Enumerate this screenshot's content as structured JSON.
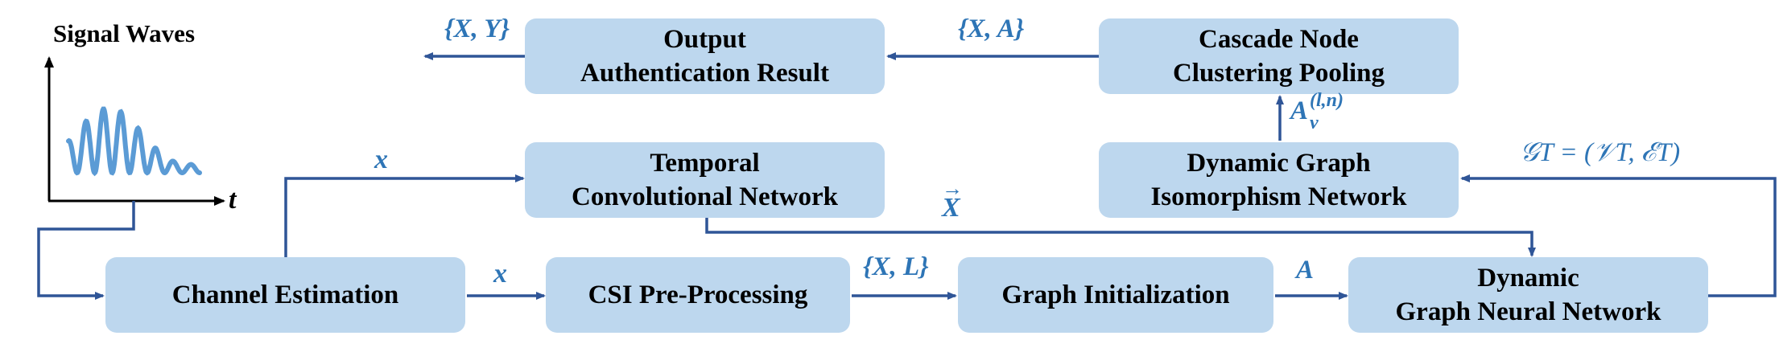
{
  "colors": {
    "block_fill": "#bdd7ee",
    "arrow": "#2f5597",
    "label": "#2e75b6",
    "wave": "#5b9bd5"
  },
  "signal_panel": {
    "title": "Signal Waves",
    "t_axis_label": "t"
  },
  "blocks": {
    "output": {
      "line1": "Output",
      "line2": "Authentication Result"
    },
    "cascade": {
      "line1": "Cascade Node",
      "line2": "Clustering Pooling"
    },
    "tcn": {
      "line1": "Temporal",
      "line2": "Convolutional Network"
    },
    "dgin": {
      "line1": "Dynamic Graph",
      "line2": "Isomorphism Network"
    },
    "channel": {
      "line1": "Channel Estimation"
    },
    "csi": {
      "line1": "CSI Pre-Processing"
    },
    "graph_init": {
      "line1": "Graph Initialization"
    },
    "dgnn": {
      "line1": "Dynamic",
      "line2": "Graph Neural Network"
    }
  },
  "edge_labels": {
    "output_to_result": "{X, Y}",
    "cascade_to_output": "{X, A}",
    "dgin_to_cascade_base": "A",
    "dgin_to_cascade_sub": "v",
    "dgin_to_cascade_sup": "(l,n)",
    "channel_to_tcn": "x",
    "tcn_to_dgnn": "X",
    "tcn_to_dgnn_accent": "→",
    "dgnn_to_dgin": "𝒢T = (𝒱T, ℰT)",
    "channel_to_csi": "x",
    "csi_to_graph_init": "{X, L}",
    "graph_init_to_dgnn": "A"
  }
}
